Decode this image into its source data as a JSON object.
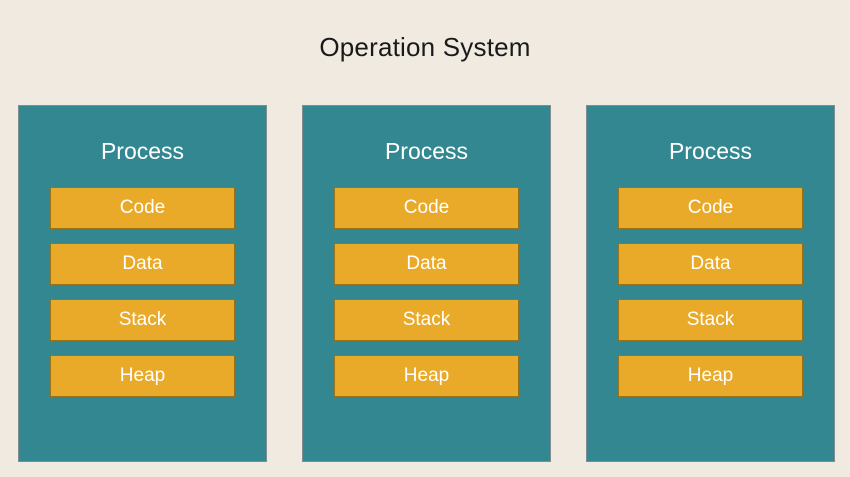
{
  "diagram": {
    "title": "Operation System",
    "background_color": "#F1EAE0",
    "title_color": "#1A1A1A",
    "process_color": "#338791",
    "segment_color": "#E9AA2A",
    "segment_border_color": "#9A7318",
    "label_color": "#FFFFFF",
    "processes": [
      {
        "title": "Process",
        "segments": [
          {
            "label": "Code"
          },
          {
            "label": "Data"
          },
          {
            "label": "Stack"
          },
          {
            "label": "Heap"
          }
        ]
      },
      {
        "title": "Process",
        "segments": [
          {
            "label": "Code"
          },
          {
            "label": "Data"
          },
          {
            "label": "Stack"
          },
          {
            "label": "Heap"
          }
        ]
      },
      {
        "title": "Process",
        "segments": [
          {
            "label": "Code"
          },
          {
            "label": "Data"
          },
          {
            "label": "Stack"
          },
          {
            "label": "Heap"
          }
        ]
      }
    ]
  }
}
